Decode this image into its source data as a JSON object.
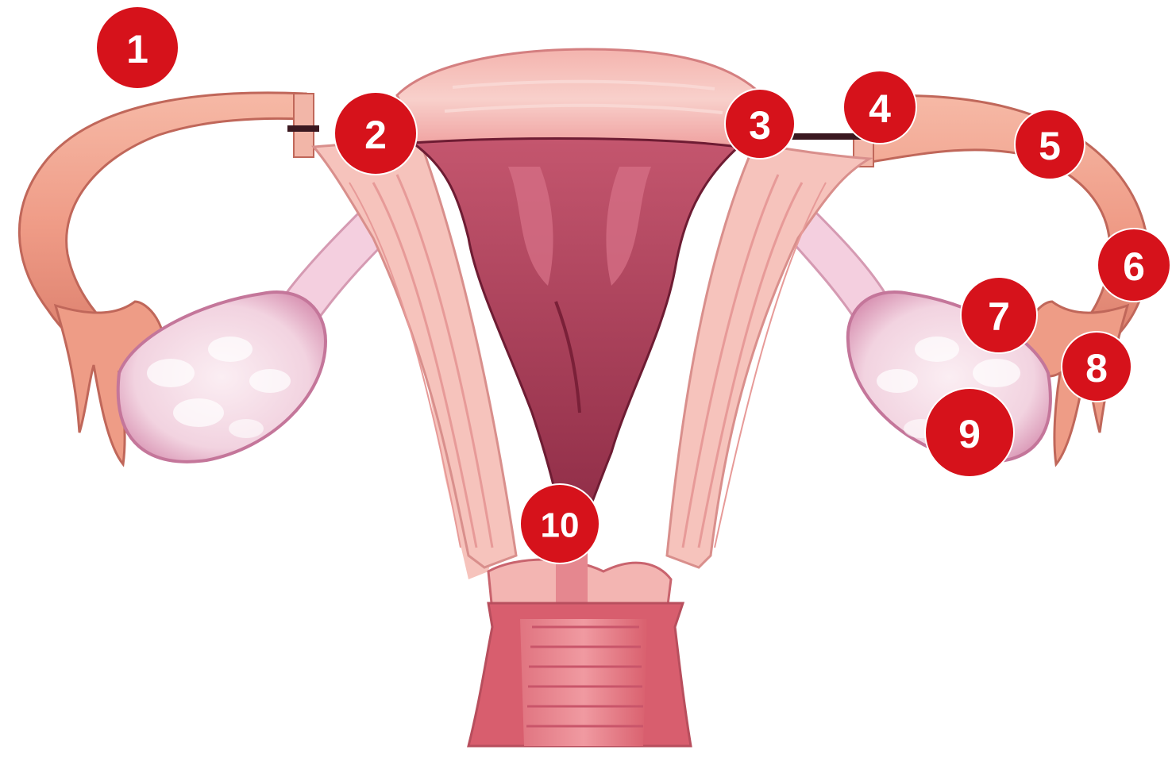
{
  "colors": {
    "tube": "#f0a08e",
    "tube_dark": "#c86b5e",
    "fundus": "#f2a7a4",
    "fundus_light": "#f9cfc9",
    "wall": "#f6c3bc",
    "wall_line": "#e79a98",
    "cavity": "#b64a63",
    "cavity_dark": "#8c2b45",
    "ovary": "#f7dfe8",
    "ovary_shadow": "#e6aec7",
    "ligament": "#f4cfdf",
    "vagina": "#e2707c",
    "vagina_dark": "#b84e5d",
    "marker_red": "#d6121b",
    "marker_text": "#ffffff"
  },
  "markers": [
    {
      "label": "1"
    },
    {
      "label": "2"
    },
    {
      "label": "3"
    },
    {
      "label": "4"
    },
    {
      "label": "5"
    },
    {
      "label": "6"
    },
    {
      "label": "7"
    },
    {
      "label": "8"
    },
    {
      "label": "9"
    },
    {
      "label": "10"
    }
  ]
}
